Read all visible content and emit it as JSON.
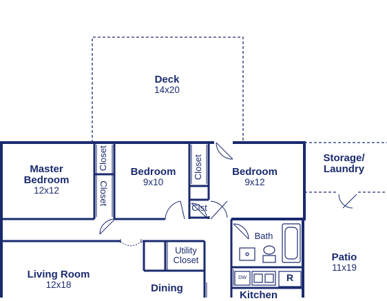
{
  "rooms": {
    "deck": {
      "name": "Deck",
      "dims": "14x20"
    },
    "master": {
      "name_line1": "Master",
      "name_line2": "Bedroom",
      "dims": "12x12"
    },
    "bedroom1": {
      "name": "Bedroom",
      "dims": "9x10"
    },
    "bedroom2": {
      "name": "Bedroom",
      "dims": "9x12"
    },
    "storage": {
      "name_line1": "Storage/",
      "name_line2": "Laundry"
    },
    "patio": {
      "name": "Patio",
      "dims": "11x19"
    },
    "bath": {
      "name": "Bath"
    },
    "living": {
      "name": "Living Room",
      "dims": "12x18"
    },
    "dining": {
      "name": "Dining"
    },
    "kitchen": {
      "name": "Kitchen"
    },
    "utility": {
      "name_line1": "Utility",
      "name_line2": "Closet"
    },
    "closet_a": {
      "name": "Closet"
    },
    "closet_b": {
      "name": "Closet"
    },
    "closet_c": {
      "name": "Closet"
    },
    "clst": {
      "name": "Clst"
    },
    "appliances": {
      "dw": "DW",
      "range": "R"
    }
  },
  "colors": {
    "wall": "#1a2a6e",
    "text": "#1a2a6e"
  }
}
